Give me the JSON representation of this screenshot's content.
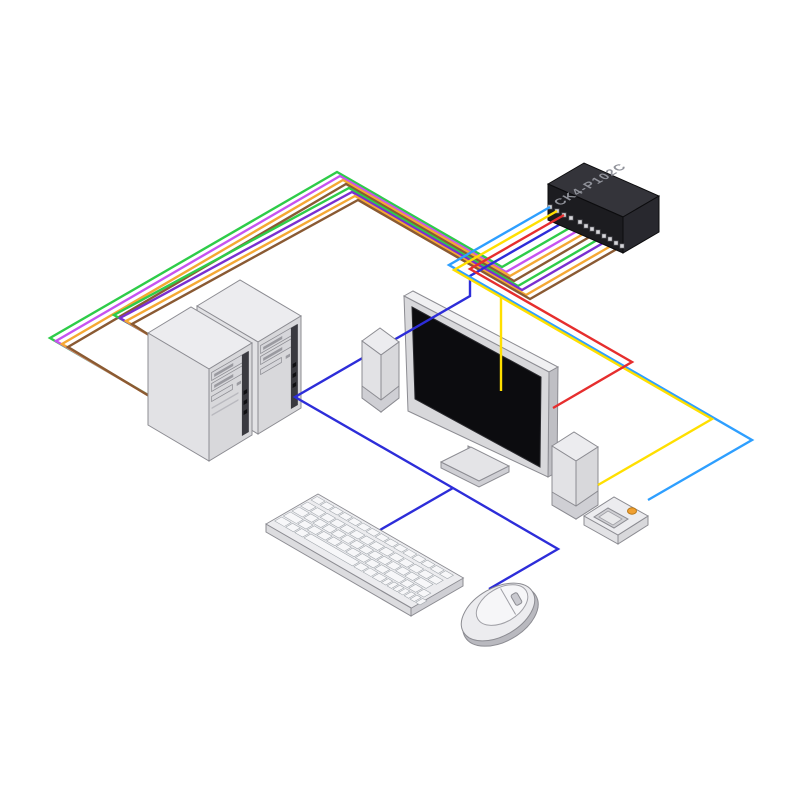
{
  "diagram": {
    "type": "kvm-switch-connection-diagram",
    "kvm": {
      "label": "CK4-P102C"
    },
    "devices": [
      "kvm-switch-box",
      "computer-tower-1",
      "computer-tower-2",
      "monitor",
      "left-speaker",
      "right-speaker",
      "keyboard",
      "mouse",
      "remote-switch"
    ],
    "colors": {
      "background": "#ffffff",
      "box_top": "#34343a",
      "box_front": "#1c1c20",
      "box_side": "#28282e",
      "device_top": "#ececef",
      "device_left": "#e2e2e5",
      "device_right": "#d8d8db",
      "screen": "#0c0c0f"
    },
    "cables": {
      "console": [
        {
          "name": "remote-cable",
          "color": "#2e9fff",
          "to": "remote-switch"
        },
        {
          "name": "speaker-cable",
          "color": "#ffdf00",
          "to": "right-speaker"
        },
        {
          "name": "monitor-cable",
          "color": "#e62e2e",
          "to": "monitor"
        },
        {
          "name": "keyboard-mouse-cable",
          "color": "#2d2dd9",
          "to": "keyboard-and-mouse"
        }
      ],
      "computers": [
        {
          "name": "pc1-green",
          "color": "#2ecc49",
          "to": "computer-tower-1"
        },
        {
          "name": "pc1-violet",
          "color": "#c653f0",
          "to": "computer-tower-1"
        },
        {
          "name": "pc1-orange",
          "color": "#f5a833",
          "to": "computer-tower-1"
        },
        {
          "name": "pc1-brown",
          "color": "#8a5a33",
          "to": "computer-tower-1"
        },
        {
          "name": "pc2-green",
          "color": "#2ecc49",
          "to": "computer-tower-2"
        },
        {
          "name": "pc2-purple",
          "color": "#7a2fd0",
          "to": "computer-tower-2"
        },
        {
          "name": "pc2-orange",
          "color": "#f5a833",
          "to": "computer-tower-2"
        },
        {
          "name": "pc2-brown",
          "color": "#8a5a33",
          "to": "computer-tower-2"
        }
      ]
    }
  }
}
